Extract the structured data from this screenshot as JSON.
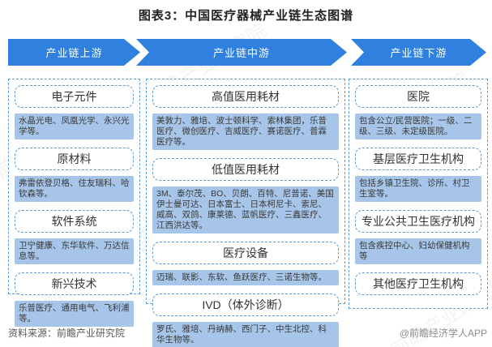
{
  "title": "图表3：中国医疗器械产业链生态图谱",
  "watermark": {
    "text": "前瞻产业研究院"
  },
  "colors": {
    "arrow_blue": "#2F80DF",
    "dashed_border_blue": "#5B9BD5",
    "company_box_fill": "#A7C5E9"
  },
  "chain": [
    {
      "header": "产业链上游",
      "sections": [
        {
          "label": "电子元件",
          "companies": "水晶光电、凤凰光学、永兴光学等。"
        },
        {
          "label": "原材料",
          "companies": "弗雷依登贝格、住友瑞科、哈钦森等。"
        },
        {
          "label": "软件系统",
          "companies": "卫宁健康、东华软件、万达信息等。"
        },
        {
          "label": "新兴技术",
          "companies": "乐普医疗、通用电气、飞利浦等。"
        }
      ]
    },
    {
      "header": "产业链中游",
      "sections": [
        {
          "label": "高值医用耗材",
          "companies": "美敦力、雅培、波士顿科学、索林集团，乐普医疗、微创医疗、吉威医疗、赛诺医疗、普霖医疗等。"
        },
        {
          "label": "低值医用耗材",
          "companies": "3M、泰尔茂、BO、贝朗、百特、尼普诺、美国伊士曼可达、日本富士、日本柯尼卡、索尼、威高、双鸽、康莱德、蓝帆医疗、三鑫医疗、江西洪达等。"
        },
        {
          "label": "医疗设备",
          "companies": "迈瑞、联影、东软、鱼跃医疗、三诺生物等。"
        },
        {
          "label": "IVD（体外诊断）",
          "companies": "罗氏、雅培、丹纳赫、西门子、中生北控、科华生物等。"
        }
      ]
    },
    {
      "header": "产业链下游",
      "sections": [
        {
          "label": "医院",
          "companies": "包含公立/民营医院；一级、二级、三级、未定级医院。"
        },
        {
          "label": "基层医疗卫生机构",
          "companies": "包括乡镇卫生院、诊所、村卫生室等。"
        },
        {
          "label": "专业公共卫生医疗机构",
          "companies": "包含疾控中心、妇幼保健机构等"
        },
        {
          "label": "其他医疗卫生机构",
          "companies": ""
        }
      ]
    }
  ],
  "footer": {
    "source": "资料来源：前瞻产业研究院",
    "credit": "@前瞻经济学人APP"
  }
}
